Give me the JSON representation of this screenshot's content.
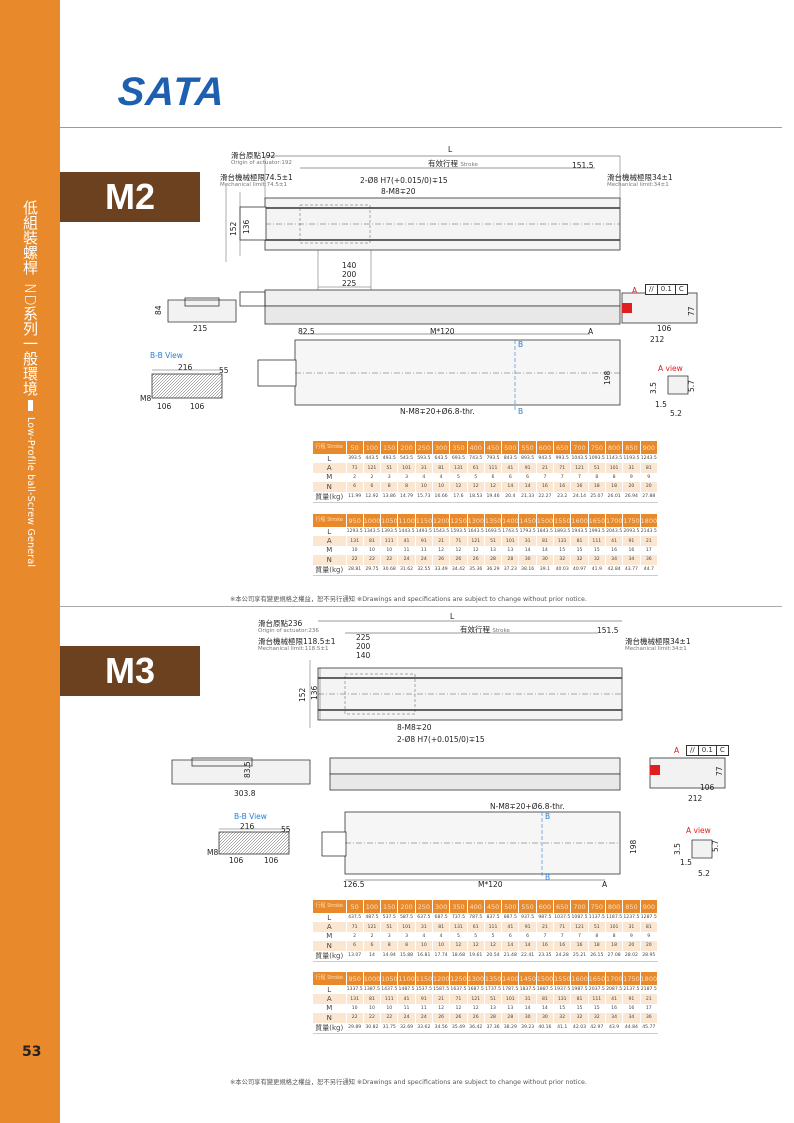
{
  "brand": {
    "logo": "SATA",
    "accent": "#e8892b",
    "brown": "#6b4120",
    "logo_color": "#1f5fb0"
  },
  "sidebar": {
    "title_cn1": "低組裝螺桿",
    "title_cn2": "ND系列",
    "title_cn3": "一般環境",
    "title_en": "Low-Profile ball-Screw General"
  },
  "page_number": "53",
  "note": "※本公司享有變更規格之權益，恕不另行通知 ※Drawings and specifications are subject to change without prior notice.",
  "m2": {
    "model": "M2",
    "labels": {
      "L": "L",
      "origin": "滑台原點192",
      "origin_en": "Origin of actuator:192",
      "stroke": "有效行程",
      "stroke_en": "Stroke",
      "d151": "151.5",
      "mech_left": "滑台機械極限74.5±1",
      "mech_left_en": "Mechanical limit:74.5±1",
      "pin": "2-Ø8 H7(+0.015/0)∓15",
      "tap": "8-M8∓20",
      "mech_right": "滑台機械極限34±1",
      "mech_right_en": "Mechanical limit:34±1",
      "d152": "152",
      "d136": "136",
      "d140": "140",
      "d200": "200",
      "d225": "225",
      "d84": "84",
      "d215": "215",
      "A": "A",
      "tol_sym": "//",
      "tol_val": "0.1",
      "tol_ref": "C",
      "d77": "77",
      "d106": "106",
      "d212": "212",
      "d82": "82.5",
      "m120": "M*120",
      "B": "B",
      "bb": "B-B View",
      "d216": "216",
      "d55": "55",
      "m8": "M8",
      "d198": "198",
      "aview": "A view",
      "d35": "3.5",
      "d57": "5.7",
      "d15": "1.5",
      "d52": "5.2",
      "nm8": "N-M8∓20+Ø6.8-thr."
    },
    "tables": [
      {
        "header": "行程 Stroke",
        "stroke": [
          50,
          100,
          150,
          200,
          250,
          300,
          350,
          400,
          450,
          500,
          550,
          600,
          650,
          700,
          750,
          800,
          850,
          900
        ],
        "L": [
          393.5,
          443.5,
          493.5,
          543.5,
          593.5,
          643.5,
          693.5,
          743.5,
          793.5,
          843.5,
          893.5,
          943.5,
          993.5,
          1043.5,
          1093.5,
          1143.5,
          1193.5,
          1243.5
        ],
        "A": [
          71,
          121,
          51,
          101,
          31,
          81,
          131,
          61,
          111,
          41,
          91,
          21,
          71,
          121,
          51,
          101,
          31,
          81
        ],
        "M": [
          2,
          2,
          3,
          3,
          4,
          4,
          5,
          5,
          6,
          6,
          6,
          7,
          7,
          7,
          8,
          8,
          9,
          9
        ],
        "N": [
          6,
          6,
          8,
          8,
          10,
          10,
          12,
          12,
          12,
          14,
          14,
          16,
          16,
          16,
          18,
          18,
          20,
          20
        ],
        "weight": [
          11.99,
          12.92,
          13.86,
          14.79,
          15.73,
          16.66,
          17.6,
          18.53,
          19.46,
          20.4,
          21.33,
          22.27,
          23.2,
          24.14,
          25.07,
          26.01,
          26.94,
          27.88
        ]
      },
      {
        "header": "行程 Stroke",
        "stroke": [
          950,
          1000,
          1050,
          1100,
          1150,
          1200,
          1250,
          1300,
          1350,
          1400,
          1450,
          1500,
          1550,
          1600,
          1650,
          1700,
          1750,
          1800
        ],
        "L": [
          1293.5,
          1343.5,
          1393.5,
          1443.5,
          1493.5,
          1543.5,
          1593.5,
          1643.5,
          1693.5,
          1743.5,
          1793.5,
          1843.5,
          1893.5,
          1943.5,
          1993.5,
          2043.5,
          2093.5,
          2143.5
        ],
        "A": [
          131,
          81,
          111,
          41,
          91,
          21,
          71,
          121,
          51,
          101,
          31,
          81,
          131,
          81,
          111,
          41,
          91,
          21
        ],
        "M": [
          10,
          10,
          10,
          11,
          11,
          12,
          12,
          12,
          13,
          13,
          14,
          14,
          15,
          15,
          15,
          16,
          16,
          17
        ],
        "N": [
          22,
          22,
          22,
          24,
          24,
          26,
          26,
          26,
          28,
          28,
          30,
          30,
          32,
          32,
          32,
          34,
          34,
          36
        ],
        "weight": [
          28.81,
          29.75,
          30.68,
          31.62,
          32.55,
          33.49,
          34.42,
          35.36,
          36.29,
          37.23,
          38.16,
          39.1,
          40.03,
          40.97,
          41.9,
          42.84,
          43.77,
          44.7
        ]
      }
    ]
  },
  "m3": {
    "model": "M3",
    "labels": {
      "L": "L",
      "origin": "滑台原點236",
      "origin_en": "Origin of actuator:236",
      "stroke": "有效行程",
      "stroke_en": "Stroke",
      "d151": "151.5",
      "mech_left": "滑台機械極限118.5±1",
      "mech_left_en": "Mechanical limit:118.5±1",
      "d225": "225",
      "d200": "200",
      "d140": "140",
      "mech_right": "滑台機械極限34±1",
      "mech_right_en": "Mechanical limit:34±1",
      "d152": "152",
      "d136": "136",
      "tap": "8-M8∓20",
      "pin": "2-Ø8 H7(+0.015/0)∓15",
      "d835": "83.5",
      "d3038": "303.8",
      "A": "A",
      "tol_sym": "//",
      "tol_val": "0.1",
      "tol_ref": "C",
      "d77": "77",
      "d106": "106",
      "d212": "212",
      "nm8": "N-M8∓20+Ø6.8-thr.",
      "B": "B",
      "bb": "B-B View",
      "d216": "216",
      "d55": "55",
      "m8": "M8",
      "d198": "198",
      "aview": "A view",
      "d35": "3.5",
      "d57": "5.7",
      "d15": "1.5",
      "d52": "5.2",
      "d1265": "126.5",
      "m120": "M*120"
    },
    "tables": [
      {
        "header": "行程 Stroke",
        "stroke": [
          50,
          100,
          150,
          200,
          250,
          300,
          350,
          400,
          450,
          500,
          550,
          600,
          650,
          700,
          750,
          800,
          850,
          900
        ],
        "L": [
          437.5,
          487.5,
          537.5,
          587.5,
          637.5,
          687.5,
          737.5,
          787.5,
          837.5,
          887.5,
          937.5,
          987.5,
          1037.5,
          1087.5,
          1137.5,
          1187.5,
          1237.5,
          1287.5
        ],
        "A": [
          71,
          121,
          51,
          101,
          31,
          81,
          131,
          61,
          111,
          41,
          91,
          21,
          71,
          121,
          51,
          101,
          31,
          81
        ],
        "M": [
          2,
          2,
          3,
          3,
          4,
          4,
          5,
          5,
          5,
          6,
          6,
          7,
          7,
          7,
          8,
          8,
          9,
          9
        ],
        "N": [
          6,
          6,
          8,
          8,
          10,
          10,
          12,
          12,
          12,
          14,
          14,
          16,
          16,
          16,
          18,
          18,
          20,
          20
        ],
        "weight": [
          13.07,
          14,
          14.94,
          15.88,
          16.81,
          17.74,
          18.68,
          19.61,
          20.54,
          21.48,
          22.41,
          23.35,
          24.28,
          25.21,
          26.15,
          27.08,
          28.02,
          28.95
        ]
      },
      {
        "header": "行程 Stroke",
        "stroke": [
          950,
          1000,
          1050,
          1100,
          1150,
          1200,
          1250,
          1300,
          1350,
          1400,
          1450,
          1500,
          1550,
          1600,
          1650,
          1700,
          1750,
          1800
        ],
        "L": [
          1337.5,
          1387.5,
          1437.5,
          1487.5,
          1537.5,
          1587.5,
          1637.5,
          1687.5,
          1737.5,
          1787.5,
          1837.5,
          1887.5,
          1937.5,
          1987.5,
          2037.5,
          2087.5,
          2137.5,
          2187.5
        ],
        "A": [
          131,
          81,
          111,
          41,
          91,
          21,
          71,
          121,
          51,
          101,
          31,
          81,
          131,
          81,
          111,
          41,
          91,
          21
        ],
        "M": [
          10,
          10,
          10,
          11,
          11,
          12,
          12,
          12,
          13,
          13,
          14,
          14,
          15,
          15,
          15,
          16,
          16,
          17
        ],
        "N": [
          22,
          22,
          22,
          24,
          24,
          26,
          26,
          26,
          28,
          28,
          30,
          30,
          32,
          32,
          32,
          34,
          34,
          36
        ],
        "weight": [
          29.89,
          30.82,
          31.75,
          32.69,
          33.62,
          34.56,
          35.49,
          36.42,
          37.36,
          38.29,
          39.23,
          40.16,
          41.1,
          42.03,
          42.97,
          43.9,
          44.84,
          45.77
        ]
      }
    ]
  },
  "row_labels": [
    "L",
    "A",
    "M",
    "N",
    "質量(kg)"
  ]
}
